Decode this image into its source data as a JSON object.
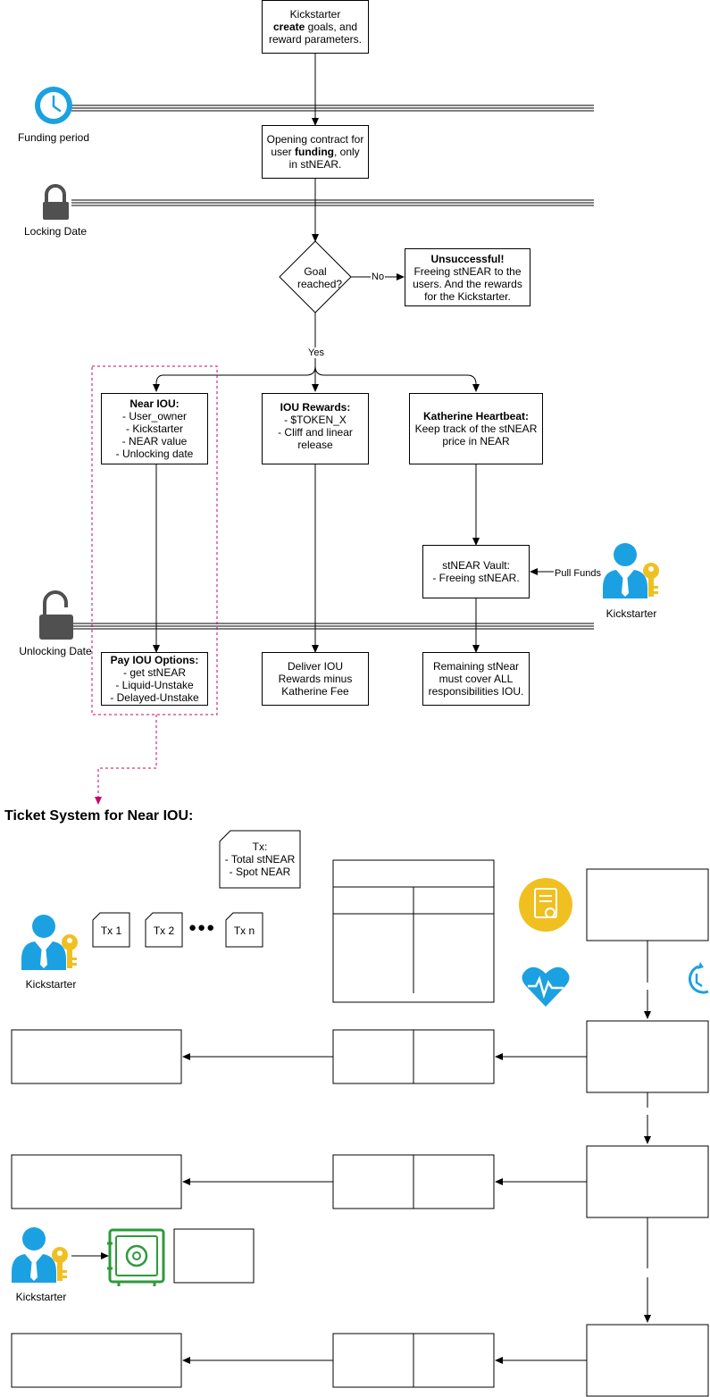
{
  "flow": {
    "kickstarter_create": {
      "pre": "Kickstarter",
      "bold": "create",
      "post": " goals, and reward parameters."
    },
    "opening_contract": {
      "pre": "Opening contract for user ",
      "bold": "funding",
      "post": ", only in stNEAR."
    },
    "decision": "Goal reached?",
    "no_label": "No",
    "yes_label": "Yes",
    "unsuccessful": {
      "title": "Unsuccessful!",
      "body": "Freeing stNEAR to the users. And the rewards for the Kickstarter."
    },
    "near_iou": {
      "title": "Near IOU:",
      "lines": [
        "- User_owner",
        "- Kickstarter",
        "- NEAR value",
        "- Unlocking date"
      ]
    },
    "iou_rewards": {
      "title": "IOU Rewards:",
      "lines": [
        "- $TOKEN_X",
        "- Cliff and linear release"
      ]
    },
    "katherine_heartbeat": {
      "title": "Katherine Heartbeat:",
      "body": "Keep track of the stNEAR price in NEAR"
    },
    "stnear_vault": {
      "lines": [
        "stNEAR Vault:",
        "- Freeing stNEAR."
      ]
    },
    "pull_funds": "Pull Funds",
    "pay_iou_options": {
      "title": "Pay IOU Options:",
      "lines": [
        "- get stNEAR",
        "- Liquid-Unstake",
        "- Delayed-Unstake"
      ]
    },
    "deliver_rewards": "Deliver IOU Rewards minus Katherine Fee",
    "remaining_stnear": "Remaining stNear must cover ALL responsibilities IOU."
  },
  "timeline": {
    "funding_period": "Funding period",
    "locking_date": "Locking Date",
    "unlocking_date": "Unlocking Date"
  },
  "actors": {
    "kickstarter_1": "Kickstarter",
    "kickstarter_2": "Kickstarter",
    "kickstarter_3": "Kickstarter"
  },
  "ticket": {
    "heading": "Ticket System for Near IOU:",
    "tx_note": {
      "title": "Tx:",
      "lines": [
        "- Total stNEAR",
        "- Spot NEAR"
      ]
    },
    "tx_items": [
      "Tx 1",
      "Tx 2",
      "Tx n"
    ],
    "dots": "●●●"
  },
  "colors": {
    "accent_blue": "#1ba1e2",
    "lock_gray": "#505050",
    "dashed_magenta": "#cc0066",
    "vault_green": "#2d9a3b",
    "badge_yellow": "#f0c020"
  },
  "icons": [
    "clock-icon",
    "lock-icon",
    "unlock-icon",
    "user-key-icon",
    "certificate-icon",
    "heart-pulse-icon",
    "timer-icon",
    "vault-icon"
  ]
}
